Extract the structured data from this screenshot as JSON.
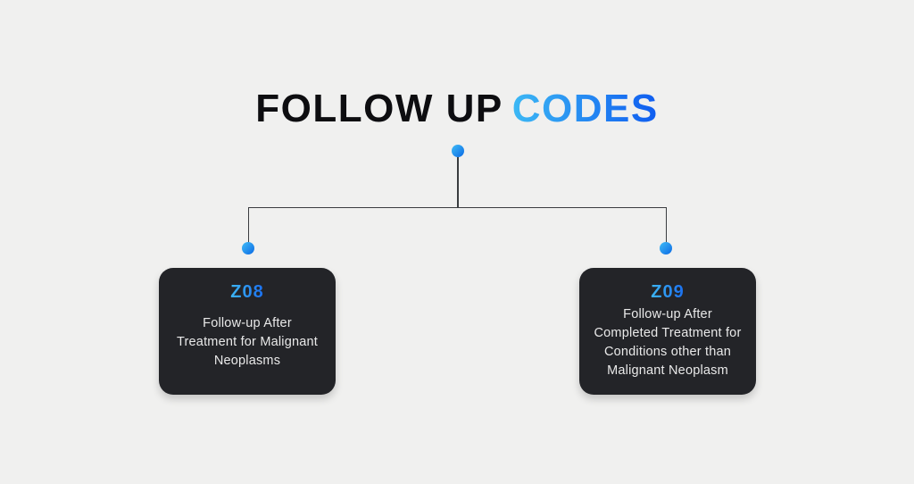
{
  "title": {
    "prefix": "FOLLOW UP",
    "accent": "CODES"
  },
  "colors": {
    "background": "#f0f0ef",
    "card_background": "#232428",
    "card_text": "#e9e9e9",
    "title_text": "#0d0d10",
    "accent_gradient_start": "#3cb8f4",
    "accent_gradient_end": "#0f5cf0",
    "dot_gradient_start": "#41bdf7",
    "dot_gradient_end": "#0a69e4",
    "connector_line": "#3a3d40"
  },
  "connector": {
    "dots": [
      "top",
      "left",
      "right"
    ]
  },
  "cards": [
    {
      "code": "Z08",
      "lines": [
        "Follow-up After",
        "Treatment for Malignant",
        "Neoplasms"
      ]
    },
    {
      "code": "Z09",
      "lines": [
        "Follow-up After",
        "Completed Treatment for",
        "Conditions other than",
        "Malignant Neoplasm"
      ]
    }
  ]
}
